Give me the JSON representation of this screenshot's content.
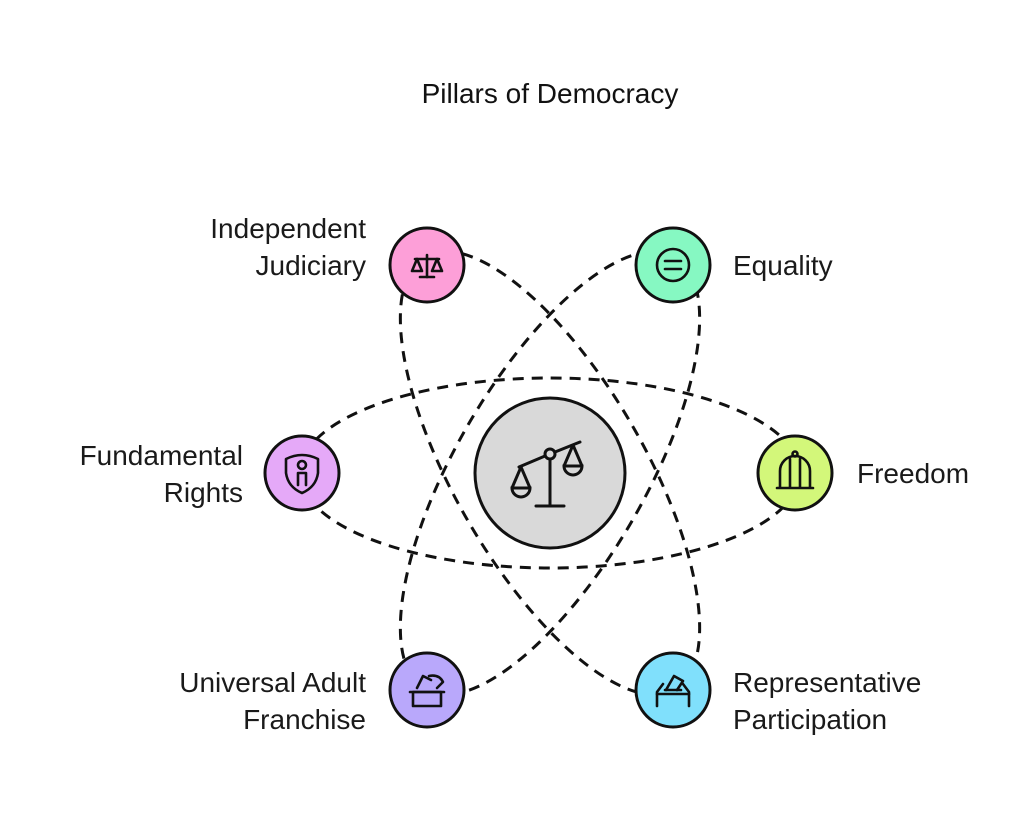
{
  "title": "Pillars of Democracy",
  "center": {
    "icon": "balance-scale-icon",
    "color": "#d9d9d9"
  },
  "pillars": [
    {
      "label_lines": [
        "Independent",
        "Judiciary"
      ],
      "icon": "scales-icon",
      "color": "#fd9fd8"
    },
    {
      "label_lines": [
        "Equality"
      ],
      "icon": "equals-icon",
      "color": "#86f8c2"
    },
    {
      "label_lines": [
        "Fundamental",
        "Rights"
      ],
      "icon": "shield-person-icon",
      "color": "#e5a9f8"
    },
    {
      "label_lines": [
        "Freedom"
      ],
      "icon": "open-cage-icon",
      "color": "#d3f77a"
    },
    {
      "label_lines": [
        "Universal Adult",
        "Franchise"
      ],
      "icon": "vote-box-icon",
      "color": "#b9a8fb"
    },
    {
      "label_lines": [
        "Representative",
        "Participation"
      ],
      "icon": "ballot-box-icon",
      "color": "#80e0fc"
    }
  ]
}
